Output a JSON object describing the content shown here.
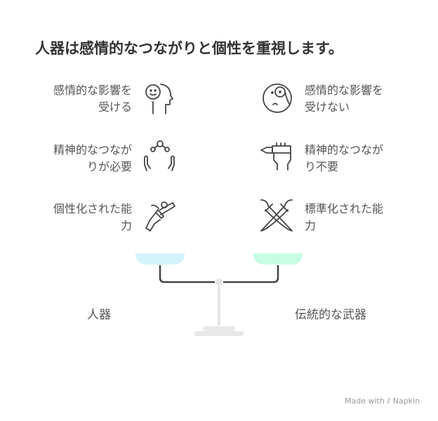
{
  "title": "人器は感情的なつながりと個性を重視します。",
  "left_items": [
    {
      "line1": "感情的な影響を",
      "line2": "受ける",
      "icon": "smiling-head-icon"
    },
    {
      "line1": "精神的なつなが",
      "line2": "りが必要",
      "icon": "hands-connection-icon"
    },
    {
      "line1": "個性化された能",
      "line2": "力",
      "icon": "hand-pistol-icon"
    }
  ],
  "right_items": [
    {
      "line1": "感情的な影響を",
      "line2": "受けない",
      "icon": "monocle-face-icon"
    },
    {
      "line1": "精神的なつなが",
      "line2": "り不要",
      "icon": "fist-pen-icon"
    },
    {
      "line1": "標準化された能",
      "line2": "力",
      "icon": "crossed-swords-icon"
    }
  ],
  "scale": {
    "left_label": "人器",
    "right_label": "伝統的な武器",
    "left_color": "#d4f3fc",
    "right_color": "#c7fde4"
  },
  "footer": {
    "made_with": "Made with",
    "brand": "Napkin"
  }
}
